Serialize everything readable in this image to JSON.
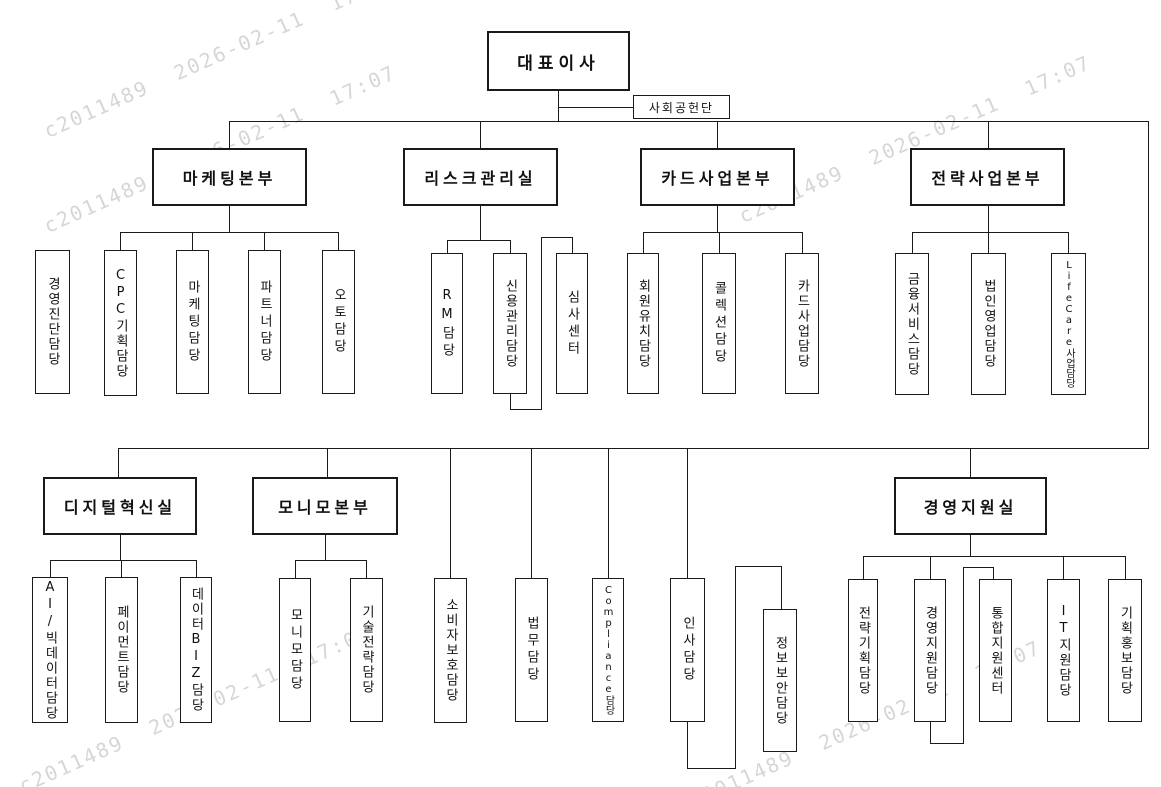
{
  "watermark": {
    "text": "c2011489  2026-02-11  17:07",
    "color": "#d6d6d6"
  },
  "chart": {
    "root": {
      "label": "대표이사"
    },
    "staff": {
      "label": "사회공헌단"
    },
    "orphan": {
      "label": "경영진단담당"
    },
    "row1": [
      {
        "label": "마케팅본부",
        "children": [
          "CPC기획담당",
          "마케팅담당",
          "파트너담당",
          "오토담당"
        ]
      },
      {
        "label": "리스크관리실",
        "children": [
          "RM담당",
          "신용관리담당",
          "심사센터"
        ]
      },
      {
        "label": "카드사업본부",
        "children": [
          "회원유치담당",
          "콜렉션담당",
          "카드사업담당"
        ]
      },
      {
        "label": "전략사업본부",
        "children": [
          "금융서비스담당",
          "법인영업담당",
          "LifeCare사업담당"
        ]
      }
    ],
    "row2": [
      {
        "label": "디지털혁신실",
        "children": [
          "AI/빅데이터담당",
          "페이먼트담당",
          "데이터BIZ담당"
        ]
      },
      {
        "label": "모니모본부",
        "children": [
          "모니모담당",
          "기술전략담당"
        ]
      },
      {
        "label": "경영지원실",
        "children": [
          "전략기획담당",
          "경영지원담당",
          "통합지원센터",
          "IT지원담당",
          "기획홍보담당"
        ]
      }
    ],
    "row2_direct": [
      "소비자보호담당",
      "법무담당",
      "Compliance담당",
      "인사담당",
      "정보보안담당"
    ]
  }
}
